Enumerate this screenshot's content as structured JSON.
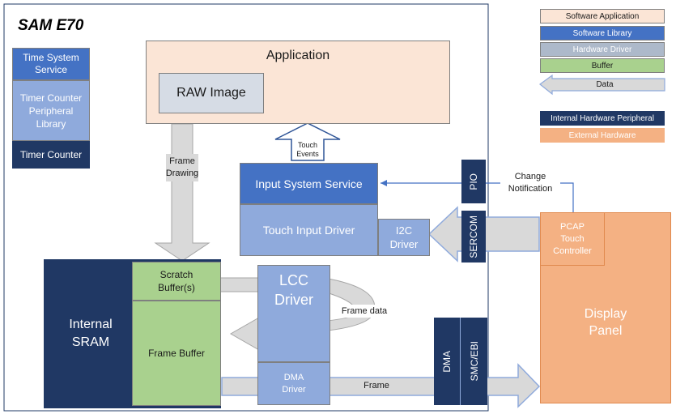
{
  "title": "SAM E70",
  "colors": {
    "software_application": "#fbe5d6",
    "software_library": "#4472c4",
    "hardware_driver": "#adb9ca",
    "buffer": "#a9d18e",
    "internal_peripheral": "#203864",
    "external_hardware": "#f4b183",
    "driver_blue": "#8faadc"
  },
  "legend": {
    "software_application": "Software Application",
    "software_library": "Software Library",
    "hardware_driver": "Hardware Driver",
    "buffer": "Buffer",
    "data": "Data",
    "internal_peripheral": "Internal Hardware Peripheral",
    "external_hardware": "External Hardware"
  },
  "blocks": {
    "time_system_service": "Time System Service",
    "timer_counter_plib": "Timer Counter Peripheral Library",
    "timer_counter": "Timer Counter",
    "application": "Application",
    "raw_image": "RAW Image",
    "input_system_service": "Input System Service",
    "touch_input_driver": "Touch Input Driver",
    "i2c_driver": "I2C Driver",
    "pio": "PIO",
    "sercom": "SERCOM",
    "internal_sram": "Internal SRAM",
    "scratch_buffer": "Scratch Buffer(s)",
    "frame_buffer": "Frame Buffer",
    "lcc_driver": "LCC Driver",
    "dma_driver": "DMA Driver",
    "dma": "DMA",
    "smc_ebi": "SMC/EBI",
    "pcap_touch_controller": "PCAP Touch Controller",
    "display_panel": "Display Panel"
  },
  "labels": {
    "touch_events": "Touch Events",
    "frame_drawing": "Frame Drawing",
    "change_notification": "Change Notification",
    "frame_data": "Frame data",
    "frame": "Frame"
  }
}
